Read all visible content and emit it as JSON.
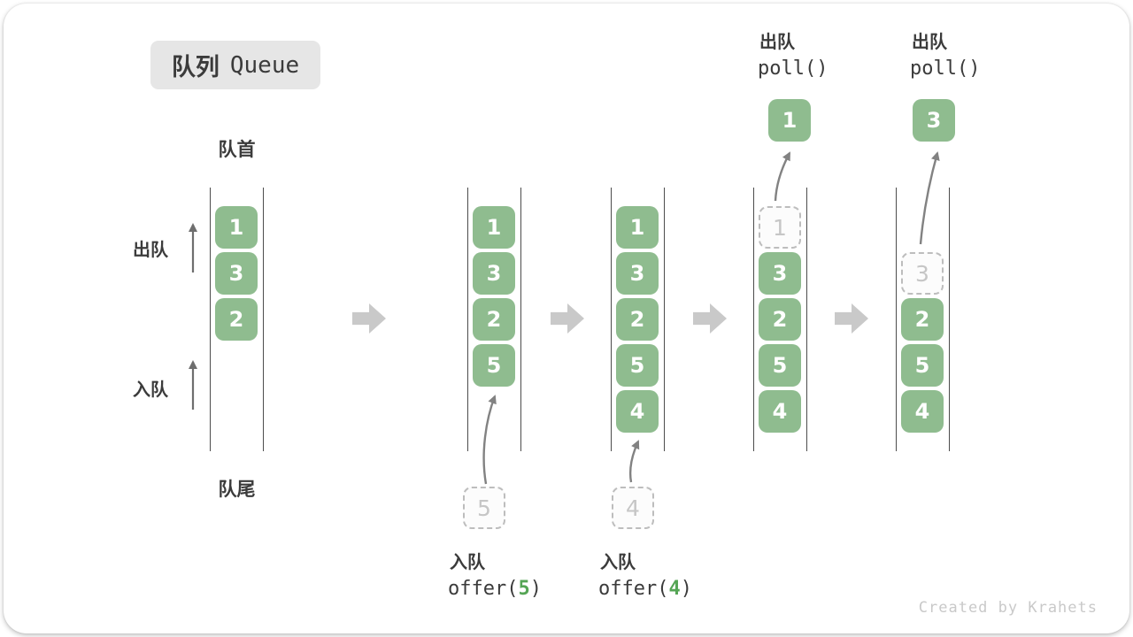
{
  "title": {
    "zh": "队列",
    "en": "Queue"
  },
  "labels": {
    "front": "队首",
    "rear": "队尾",
    "dequeue": "出队",
    "enqueue": "入队"
  },
  "columns": [
    {
      "cells": [
        {
          "value": "1"
        },
        {
          "value": "3"
        },
        {
          "value": "2"
        }
      ]
    },
    {
      "cells": [
        {
          "value": "1"
        },
        {
          "value": "3"
        },
        {
          "value": "2"
        },
        {
          "value": "5"
        }
      ]
    },
    {
      "cells": [
        {
          "value": "1"
        },
        {
          "value": "3"
        },
        {
          "value": "2"
        },
        {
          "value": "5"
        },
        {
          "value": "4"
        }
      ]
    },
    {
      "cells": [
        {
          "value": "1",
          "removed": true
        },
        {
          "value": "3"
        },
        {
          "value": "2"
        },
        {
          "value": "5"
        },
        {
          "value": "4"
        }
      ]
    },
    {
      "cells": [
        {
          "value": "3",
          "removed": true
        },
        {
          "value": "2"
        },
        {
          "value": "5"
        },
        {
          "value": "4"
        }
      ]
    }
  ],
  "operations": {
    "enqueue_5": {
      "label": "入队",
      "code_before": "offer(",
      "arg": "5",
      "code_after": ")",
      "pending_value": "5"
    },
    "enqueue_4": {
      "label": "入队",
      "code_before": "offer(",
      "arg": "4",
      "code_after": ")",
      "pending_value": "4"
    },
    "dequeue_1": {
      "label": "出队",
      "code": "poll()",
      "removed_value": "1"
    },
    "dequeue_3": {
      "label": "出队",
      "code": "poll()",
      "removed_value": "3"
    }
  },
  "watermark": "Created by Krahets",
  "colors": {
    "element_green": "#8FBC8F",
    "code_arg_green": "#55A555",
    "block_arrow_gray": "#C9C9C9",
    "title_bg": "#E6E6E6"
  }
}
